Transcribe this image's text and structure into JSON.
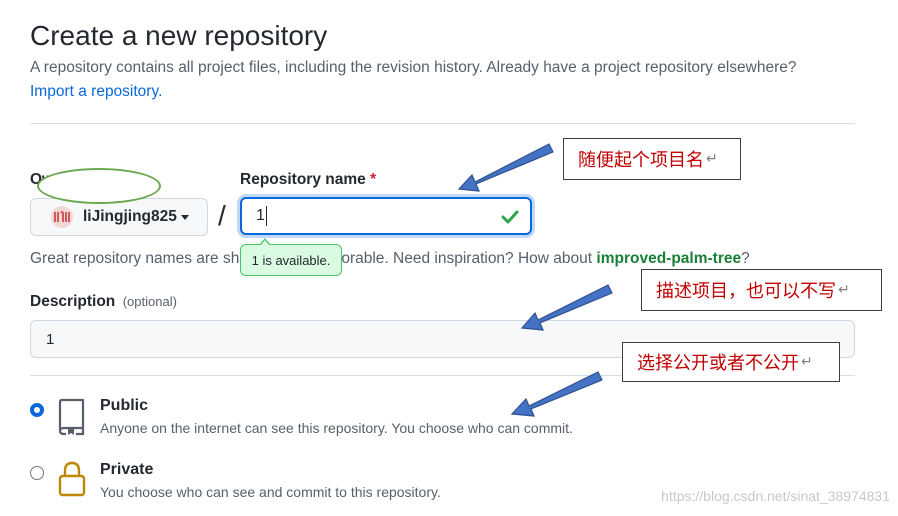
{
  "page": {
    "title": "Create a new repository",
    "subtitle": "A repository contains all project files, including the revision history. Already have a project repository elsewhere?",
    "import_link": "Import a repository."
  },
  "owner": {
    "label_visible": "Ow",
    "username": "liJingjing825"
  },
  "repo": {
    "label": "Repository name",
    "required_mark": "*",
    "value": "1",
    "availability": "1 is available."
  },
  "hint": {
    "text_before": "Great repository names are sh",
    "text_after": "orable. Need inspiration? How about ",
    "suggestion": "improved-palm-tree",
    "text_end": "?"
  },
  "description": {
    "label": "Description",
    "optional": "(optional)",
    "value": "1"
  },
  "visibility": {
    "public": {
      "title": "Public",
      "desc": "Anyone on the internet can see this repository. You choose who can commit.",
      "selected": true
    },
    "private": {
      "title": "Private",
      "desc": "You choose who can see and commit to this repository.",
      "selected": false
    }
  },
  "annotations": {
    "repo_name": "随便起个项目名",
    "description": "描述项目，也可以不写",
    "visibility": "选择公开或者不公开",
    "return_mark": "↵"
  },
  "watermark": "https://blog.csdn.net/sinat_38974831",
  "colors": {
    "link": "#0969da",
    "success": "#1a7f37",
    "annotation_text": "#c00000",
    "arrow": "#4472c4",
    "ellipse": "#6aa84f"
  }
}
